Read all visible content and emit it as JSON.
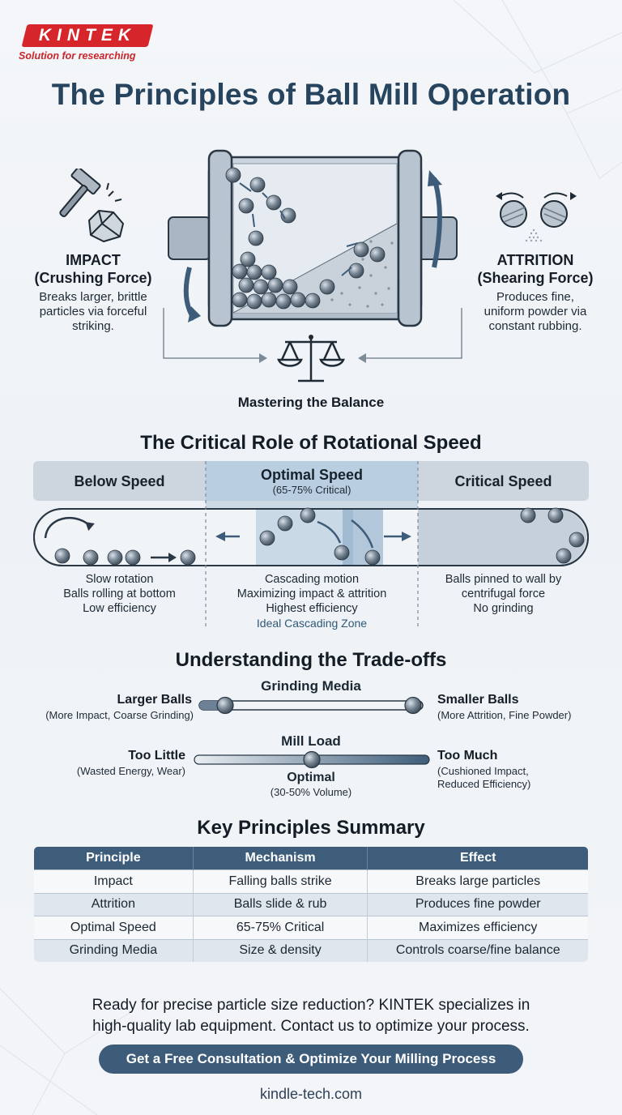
{
  "brand": {
    "logo": "KINTEK",
    "tagline": "Solution for researching"
  },
  "title": "The Principles of Ball Mill Operation",
  "impact": {
    "heading_line1": "IMPACT",
    "heading_line2": "(Crushing Force)",
    "desc_line1": "Breaks larger, brittle",
    "desc_line2": "particles via forceful",
    "desc_line3": "striking."
  },
  "attrition": {
    "heading_line1": "ATTRITION",
    "heading_line2": "(Shearing Force)",
    "desc_line1": "Produces fine,",
    "desc_line2": "uniform powder via",
    "desc_line3": "constant rubbing."
  },
  "balance_label": "Mastering the Balance",
  "speed": {
    "heading": "The Critical Role of Rotational Speed",
    "below": {
      "title": "Below Speed",
      "desc_line1": "Slow rotation",
      "desc_line2": "Balls rolling at bottom",
      "desc_line3": "Low efficiency"
    },
    "optimal": {
      "title": "Optimal Speed",
      "subtitle": "(65-75% Critical)",
      "desc_line1": "Cascading motion",
      "desc_line2": "Maximizing impact & attrition",
      "desc_line3": "Highest efficiency",
      "zone_label": "Ideal Cascading Zone"
    },
    "critical": {
      "title": "Critical Speed",
      "desc_line1": "Balls pinned to wall by",
      "desc_line2": "centrifugal force",
      "desc_line3": "No grinding"
    }
  },
  "tradeoffs": {
    "heading": "Understanding the Trade-offs",
    "media": {
      "title": "Grinding Media",
      "left_label": "Larger Balls",
      "left_sub": "(More Impact, Coarse Grinding)",
      "right_label": "Smaller Balls",
      "right_sub": "(More Attrition, Fine Powder)"
    },
    "load": {
      "title": "Mill Load",
      "left_label": "Too Little",
      "left_sub": "(Wasted Energy, Wear)",
      "right_label": "Too Much",
      "right_sub_line1": "(Cushioned Impact,",
      "right_sub_line2": "Reduced Efficiency)",
      "center_label": "Optimal",
      "center_sub": "(30-50% Volume)",
      "optimal_position_fraction": 0.5
    }
  },
  "summary": {
    "heading": "Key Principles Summary",
    "columns": [
      "Principle",
      "Mechanism",
      "Effect"
    ],
    "rows": [
      [
        "Impact",
        "Falling balls strike",
        "Breaks large particles"
      ],
      [
        "Attrition",
        "Balls slide & rub",
        "Produces fine powder"
      ],
      [
        "Optimal Speed",
        "65-75% Critical",
        "Maximizes efficiency"
      ],
      [
        "Grinding Media",
        "Size & density",
        "Controls coarse/fine balance"
      ]
    ]
  },
  "cta": {
    "line1": "Ready for precise particle size reduction? KINTEK specializes in",
    "line2": "high-quality lab equipment. Contact us to optimize your process.",
    "button": "Get a Free Consultation & Optimize Your Milling Process"
  },
  "website": "kindle-tech.com",
  "colors": {
    "brand_red": "#d7262b",
    "accent_blue": "#3e5d7a",
    "title_blue": "#26445e"
  }
}
